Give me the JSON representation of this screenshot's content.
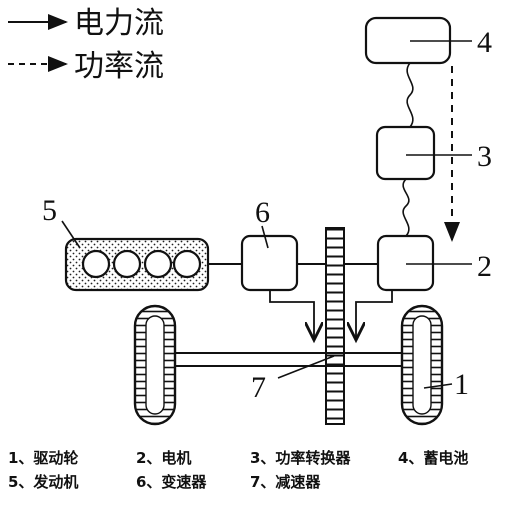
{
  "legend": {
    "power_flow": "电力流",
    "mech_flow": "功率流"
  },
  "labels": {
    "n1": "1",
    "n2": "2",
    "n3": "3",
    "n4": "4",
    "n5": "5",
    "n6": "6",
    "n7": "7"
  },
  "captions": [
    "1、驱动轮",
    "2、电机",
    "3、功率转换器",
    "4、蓄电池",
    "5、发动机",
    "6、变速器",
    "7、减速器"
  ],
  "colors": {
    "line": "#111111",
    "background": "#ffffff"
  }
}
